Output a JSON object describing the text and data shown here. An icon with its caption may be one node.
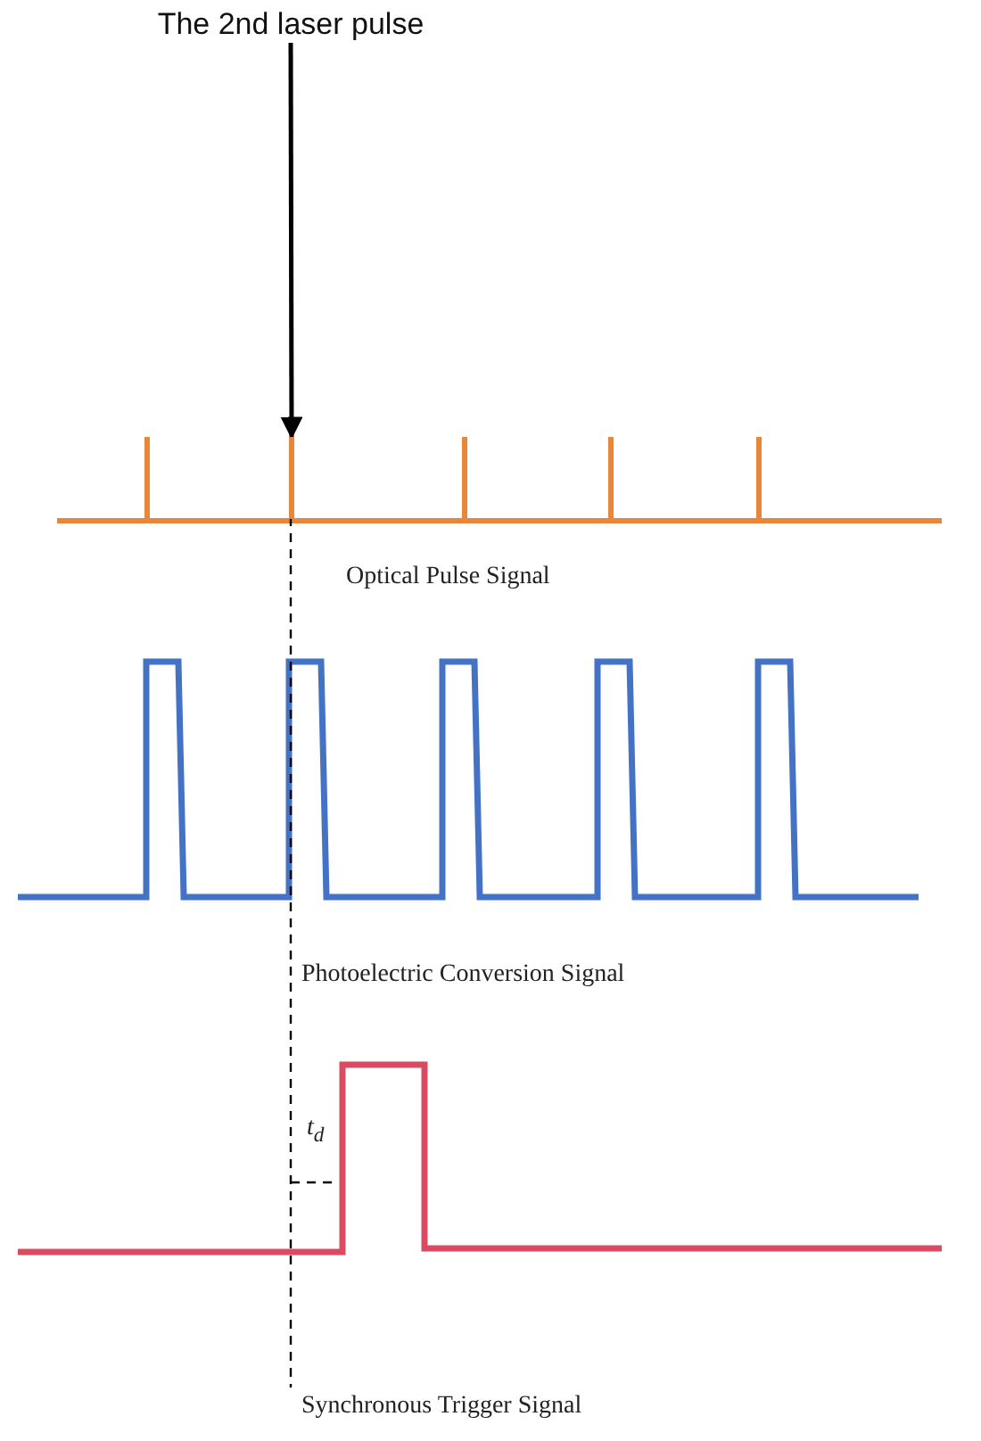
{
  "diagram": {
    "nodes": [
      {
        "text": [
          "The 2nd laser pulse"
        ]
      },
      {
        "text": [],
        "shape": "bar"
      },
      {
        "text": [],
        "shape": "bar"
      },
      {
        "text": [],
        "shape": "bar"
      },
      {
        "text": [],
        "shape": "bar"
      },
      {
        "text": [],
        "shape": "bar"
      }
    ],
    "edges": [
      {
        "from": 0,
        "to": 2,
        "arrow": "to"
      }
    ],
    "labels": [
      "Optical Pulse Signal",
      "Photoelectric Conversion Signal",
      "t$_{d}$",
      "Synchronous Trigger Signal"
    ]
  }
}
